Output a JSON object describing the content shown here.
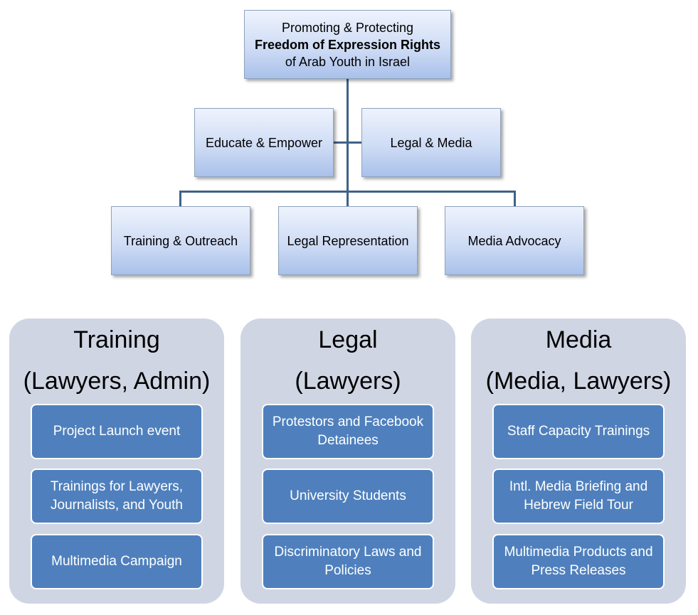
{
  "org_chart": {
    "top": {
      "line1": "Promoting & Protecting",
      "line2": "Freedom of Expression Rights",
      "line3": "of Arab Youth in Israel"
    },
    "level2": [
      "Educate & Empower",
      "Legal & Media"
    ],
    "level3": [
      "Training & Outreach",
      "Legal Representation",
      "Media Advocacy"
    ]
  },
  "columns": [
    {
      "title": "Training",
      "subtitle": "(Lawyers, Admin)",
      "items": [
        "Project Launch event",
        "Trainings for Lawyers, Journalists, and Youth",
        "Multimedia Campaign"
      ]
    },
    {
      "title": "Legal",
      "subtitle": "(Lawyers)",
      "items": [
        "Protestors and Facebook Detainees",
        "University Students",
        "Discriminatory Laws and Policies"
      ]
    },
    {
      "title": "Media",
      "subtitle": "(Media, Lawyers)",
      "items": [
        "Staff Capacity Trainings",
        "Intl. Media Briefing and Hebrew Field Tour",
        "Multimedia Products and Press Releases"
      ]
    }
  ],
  "colors": {
    "connector": "#3f6287",
    "column_bg": "#cfd5e3",
    "card_bg": "#4f80bd"
  }
}
